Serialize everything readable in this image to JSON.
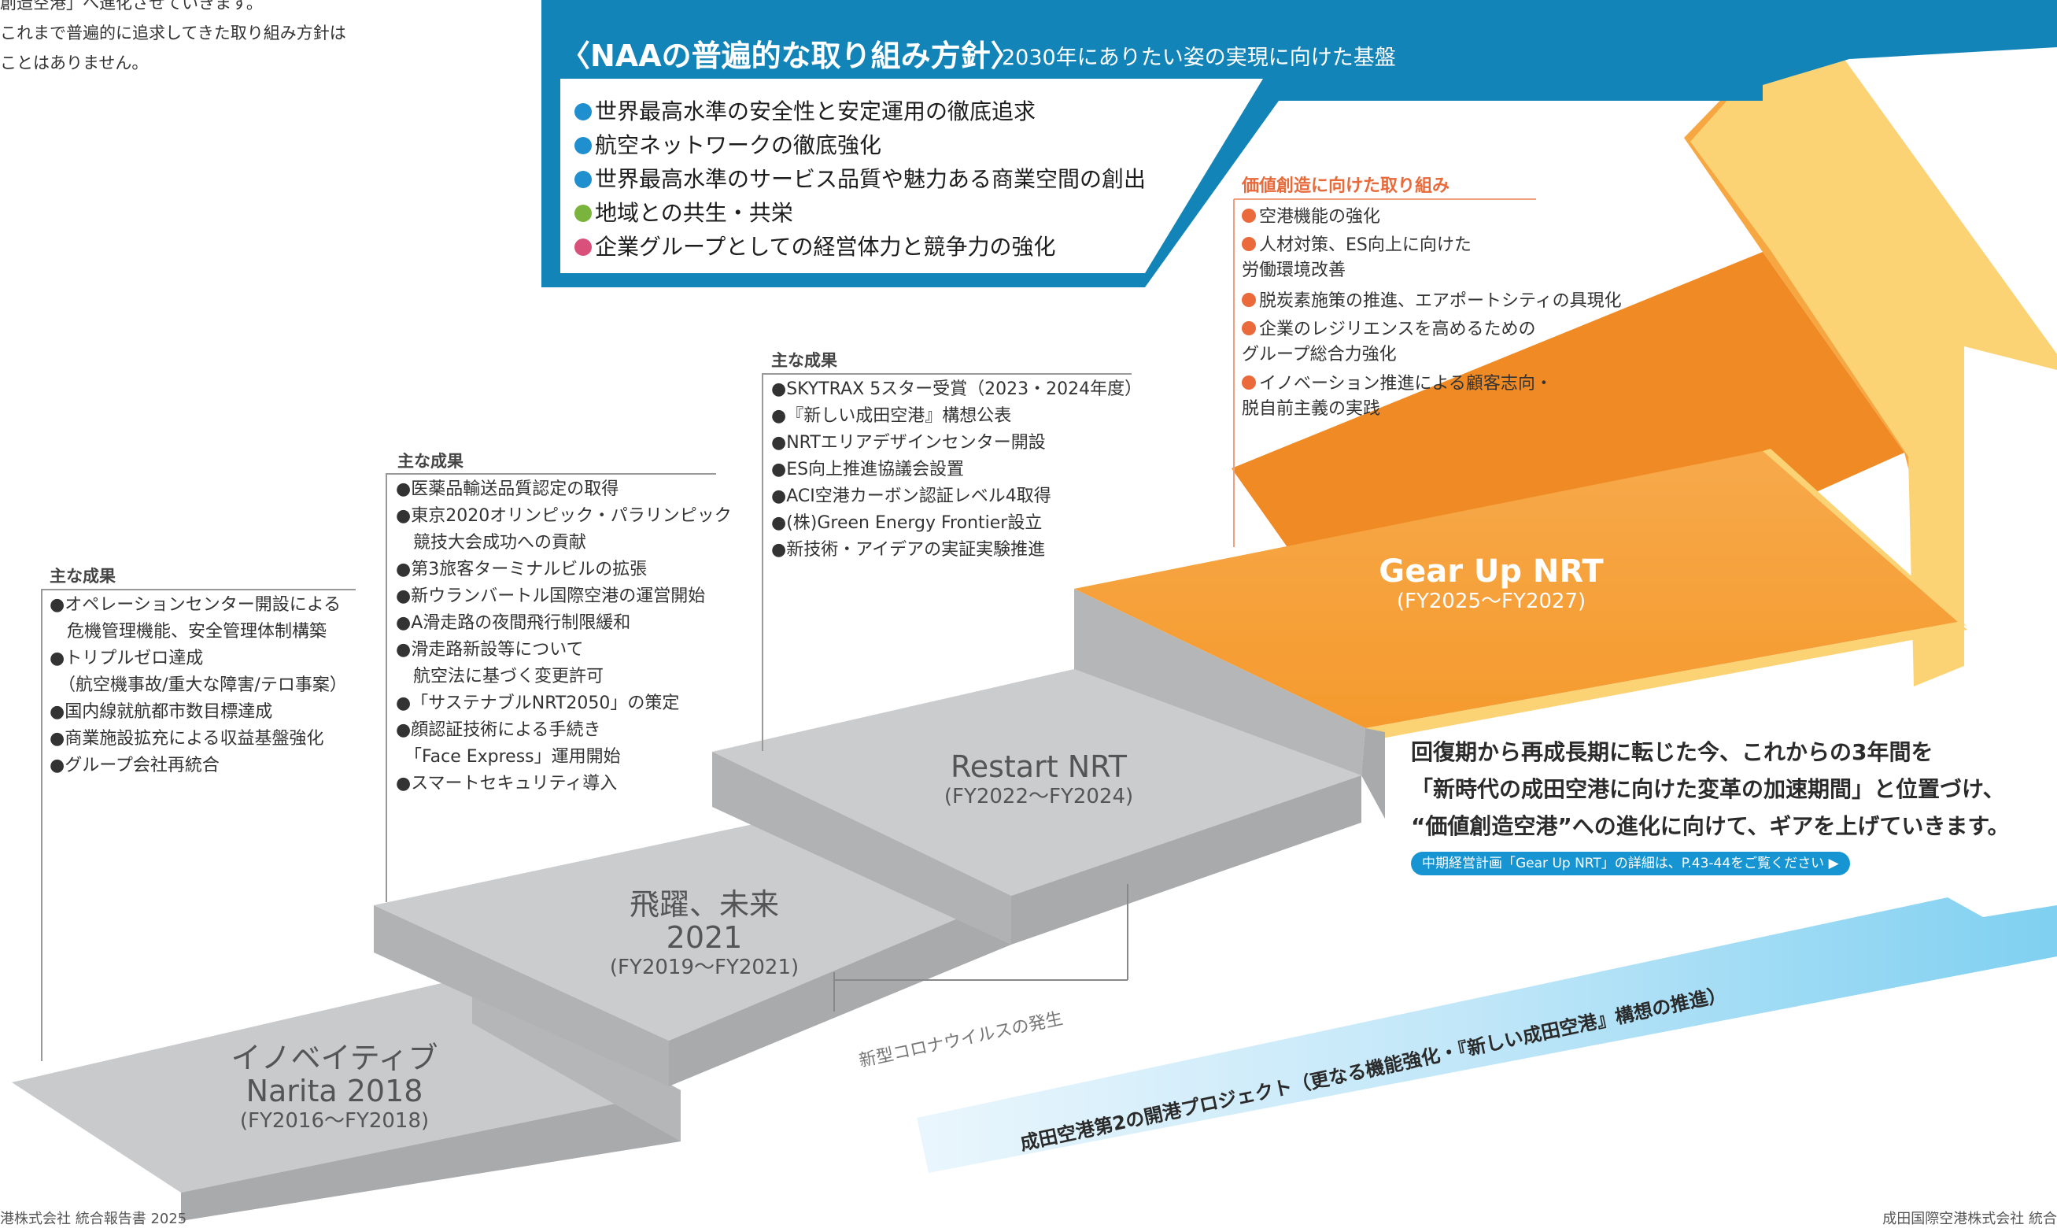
{
  "intro": {
    "lines": [
      "創造空港」へ進化させていきます。",
      "これまで普遍的に追求してきた取り組み方針は",
      "ことはありません。"
    ]
  },
  "principles": {
    "title": "〈NAAの普遍的な取り組み方針〉",
    "subtitle": "2030年にありたい姿の実現に向けた基盤",
    "items": [
      {
        "text": "世界最高水準の安全性と安定運用の徹底追求",
        "color": "#1f8fd0"
      },
      {
        "text": "航空ネットワークの徹底強化",
        "color": "#1f8fd0"
      },
      {
        "text": "世界最高水準のサービス品質や魅力ある商業空間の創出",
        "color": "#1f8fd0"
      },
      {
        "text": "地域との共生・共栄",
        "color": "#7ab43c"
      },
      {
        "text": "企業グループとしての経営体力と競争力の強化",
        "color": "#d9507a"
      }
    ]
  },
  "value_creation": {
    "heading": "価値創造に向けた取り組み",
    "items": [
      "空港機能の強化",
      "人材対策、ES向上に向けた\n労働環境改善",
      "脱炭素施策の推進、エアポートシティの具現化",
      "企業のレジリエンスを高めるための\nグループ総合力強化",
      "イノベーション推進による顧客志向・\n脱自前主義の実践"
    ]
  },
  "achievements_heading": "主な成果",
  "achievements": {
    "innovative": [
      "●オペレーションセンター開設による\n　危機管理機能、安全管理体制構築",
      "●トリプルゼロ達成\n　（航空機事故/重大な障害/テロ事案）",
      "●国内線就航都市数目標達成",
      "●商業施設拡充による収益基盤強化",
      "●グループ会社再統合"
    ],
    "hiyaku": [
      "●医薬品輸送品質認定の取得",
      "●東京2020オリンピック・パラリンピック\n　競技大会成功への貢献",
      "●第3旅客ターミナルビルの拡張",
      "●新ウランバートル国際空港の運営開始",
      "●A滑走路の夜間飛行制限緩和",
      "●滑走路新設等について\n　航空法に基づく変更許可",
      "●「サステナブルNRT2050」の策定",
      "●顔認証技術による手続き\n　「Face Express」運用開始",
      "●スマートセキュリティ導入"
    ],
    "restart": [
      "●SKYTRAX 5スター受賞（2023・2024年度）",
      "●『新しい成田空港』構想公表",
      "●NRTエリアデザインセンター開設",
      "●ES向上推進協議会設置",
      "●ACI空港カーボン認証レベル4取得",
      "●(株)Green Energy Frontier設立",
      "●新技術・アイデアの実証実験推進"
    ]
  },
  "stages": {
    "innovative": {
      "name1": "イノベイティブ",
      "name2": "Narita 2018",
      "period": "(FY2016～FY2018)"
    },
    "hiyaku": {
      "name1": "飛躍、未来",
      "name2": "2021",
      "period": "(FY2019～FY2021)"
    },
    "restart": {
      "name1": "Restart NRT",
      "period": "(FY2022～FY2024)"
    },
    "gearup": {
      "name1": "Gear Up NRT",
      "period": "(FY2025～FY2027)"
    }
  },
  "covid_label": "新型コロナウイルスの発生",
  "project_banner": "成田空港第2の開港プロジェクト（更なる機能強化・『新しい成田空港』構想の推進）",
  "message": {
    "lines": [
      "回復期から再成長期に転じた今、これからの3年間を",
      "「新時代の成田空港に向けた変革の加速期間」と位置づけ、",
      "“価値創造空港”への進化に向けて、ギアを上げていきます。"
    ],
    "note": "中期経営計画「Gear Up NRT」の詳細は、P.43-44をご覧ください ▶"
  },
  "footer": {
    "left": "港株式会社 統合報告書 2025",
    "right": "成田国際空港株式会社 統合"
  },
  "colors": {
    "brand_blue": "#1384b8",
    "orange": "#f5a13a",
    "value_red": "#ea6a3b"
  }
}
